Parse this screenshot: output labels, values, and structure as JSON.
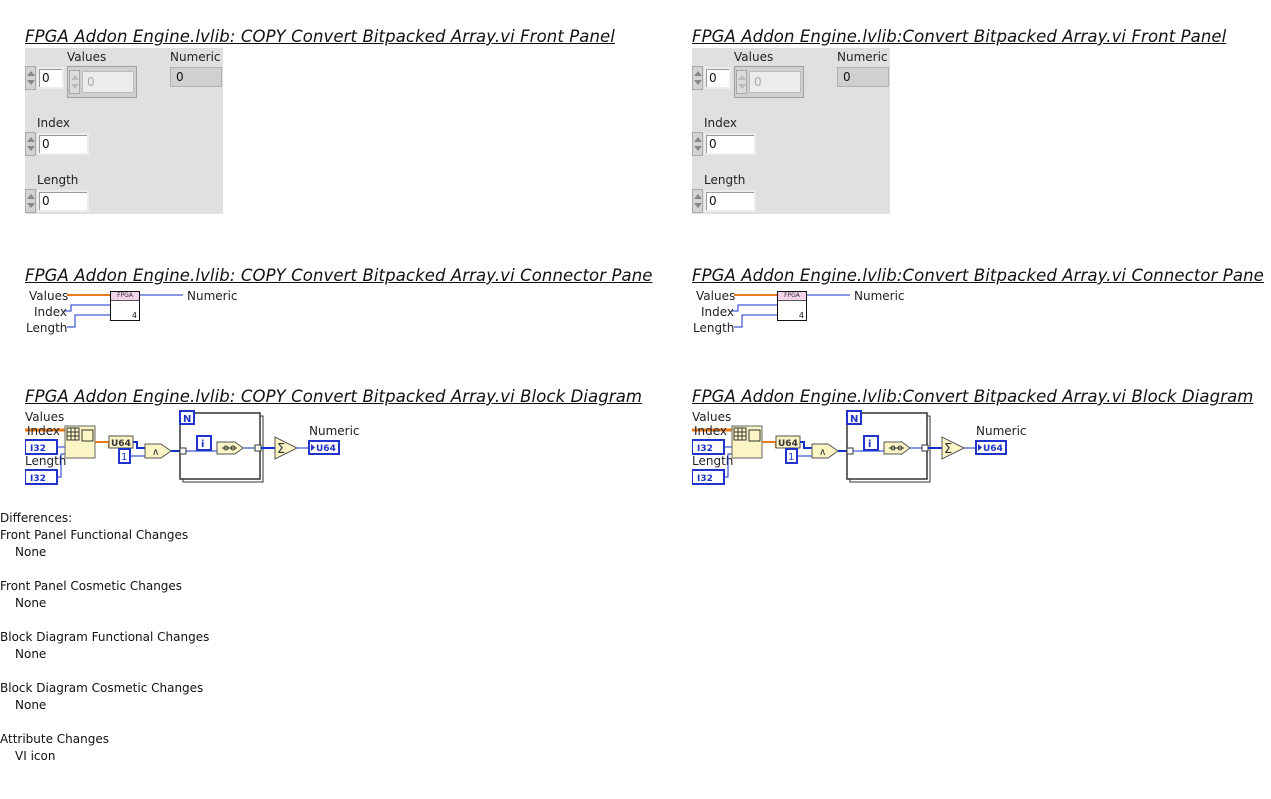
{
  "left": {
    "front_panel_title": "FPGA Addon Engine.lvlib:  COPY  Convert Bitpacked Array.vi Front Panel",
    "connector_pane_title": "FPGA Addon Engine.lvlib:  COPY  Convert Bitpacked Array.vi Connector Pane",
    "block_diagram_title": "FPGA Addon Engine.lvlib:  COPY  Convert Bitpacked Array.vi Block Diagram"
  },
  "right": {
    "front_panel_title": "FPGA Addon Engine.lvlib:Convert Bitpacked Array.vi Front Panel",
    "connector_pane_title": "FPGA Addon Engine.lvlib:Convert Bitpacked Array.vi Connector Pane",
    "block_diagram_title": "FPGA Addon Engine.lvlib:Convert Bitpacked Array.vi Block Diagram"
  },
  "front_panel": {
    "values_label": "Values",
    "numeric_label": "Numeric",
    "index_label": "Index",
    "length_label": "Length",
    "array_index_value": "0",
    "array_element_value": "0",
    "numeric_value": "0",
    "index_value": "0",
    "length_value": "0"
  },
  "connector_pane": {
    "values_label": "Values",
    "index_label": "Index",
    "length_label": "Length",
    "numeric_label": "Numeric",
    "icon_text": "FPGA",
    "icon_number": "4"
  },
  "block_diagram": {
    "values_label": "Values",
    "index_label": "Index",
    "length_label": "Length",
    "numeric_label": "Numeric",
    "index_terminal": "I32",
    "length_terminal": "I32",
    "cast_type": "U64",
    "constant": "1",
    "loop_count": "N",
    "loop_iteration": "i",
    "sum_symbol": "Σ",
    "output_terminal": "U64",
    "and_symbol": "∧"
  },
  "differences": {
    "title": "Differences:",
    "sections": [
      {
        "heading": "Front Panel Functional Changes",
        "value": "None"
      },
      {
        "heading": "Front Panel Cosmetic Changes",
        "value": "None"
      },
      {
        "heading": "Block Diagram Functional Changes",
        "value": "None"
      },
      {
        "heading": "Block Diagram Cosmetic Changes",
        "value": "None"
      },
      {
        "heading": "Attribute Changes",
        "value": "VI icon"
      }
    ]
  },
  "colors": {
    "orange_wire": "#e87a1a",
    "blue_wire": "#1530c8",
    "terminal_blue": "#2233cc",
    "node_yellow": "#fbf4c4",
    "panel_gray": "#e0e0e0",
    "icon_pink": "#f3d3ea"
  }
}
